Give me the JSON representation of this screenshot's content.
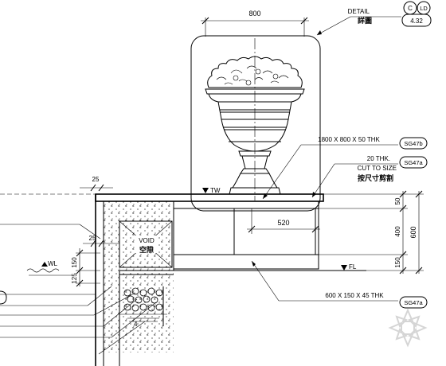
{
  "drawing": {
    "detail_label": "DETAIL",
    "detail_cn": "詳圖",
    "detail_symbol": {
      "top_left": "C",
      "top_right": "LD",
      "bottom": "4.32"
    },
    "dim_top_width": "800",
    "dim_coping_label": "25",
    "dim_wall_label": "25",
    "dim_wl_a": "150",
    "dim_wl_b": "125",
    "dim_plinth_top": "520",
    "dim_right_a": "50",
    "dim_right_b": "400",
    "dim_right_c": "150",
    "dim_right_total": "600",
    "level_tw": "TW",
    "level_wl": "WL",
    "level_fl": "FL",
    "void_en": "VOID",
    "void_cn": "空隙",
    "note_slab": "1800 X 800 X 50 THK",
    "note_cut_a": "20 THK.",
    "note_cut_b": "CUT TO SIZE",
    "note_cut_cn": "按尺寸剪割",
    "note_base": "600 X 150 X 45 THK",
    "tag_slab": "SG47b",
    "tag_cut": "SG47a",
    "tag_base": "SG47a"
  }
}
